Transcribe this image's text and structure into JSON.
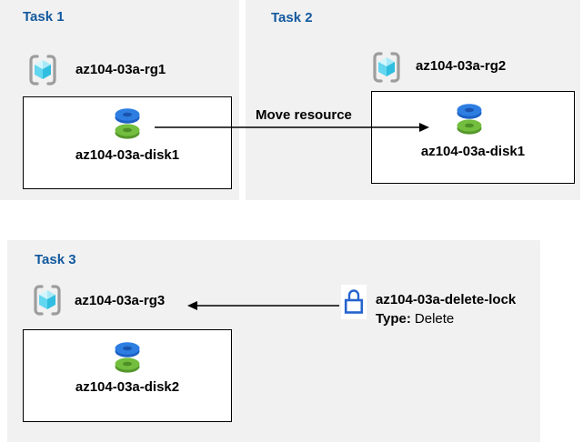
{
  "diagram": {
    "task1": {
      "title": "Task 1",
      "resource_group": "az104-03a-rg1",
      "disk": "az104-03a-disk1"
    },
    "task2": {
      "title": "Task 2",
      "resource_group": "az104-03a-rg2",
      "disk": "az104-03a-disk1"
    },
    "task3": {
      "title": "Task 3",
      "resource_group": "az104-03a-rg3",
      "disk": "az104-03a-disk2"
    },
    "move_arrow": {
      "label": "Move resource"
    },
    "lock": {
      "name": "az104-03a-delete-lock",
      "type_label": "Type:",
      "type_value": "Delete"
    }
  },
  "icons": {
    "resource_group": "resource-group-icon",
    "disk": "disk-icon",
    "lock": "lock-icon"
  },
  "colors": {
    "panel_background": "#f1f1f1",
    "task_title_blue": "#12589e",
    "arrow_black": "#000000",
    "lock_outline_blue": "#2563cf",
    "disk_blue_top": "#2e7ee2",
    "disk_blue_side": "#1c60c4",
    "disk_green_top": "#73be3e",
    "disk_green_side": "#55972c",
    "cube_cyan_light": "#d3f6fd",
    "cube_cyan_mid": "#63d6f0",
    "cube_cyan_dark": "#2fbedf",
    "bracket_gray": "#9d9d9d"
  }
}
